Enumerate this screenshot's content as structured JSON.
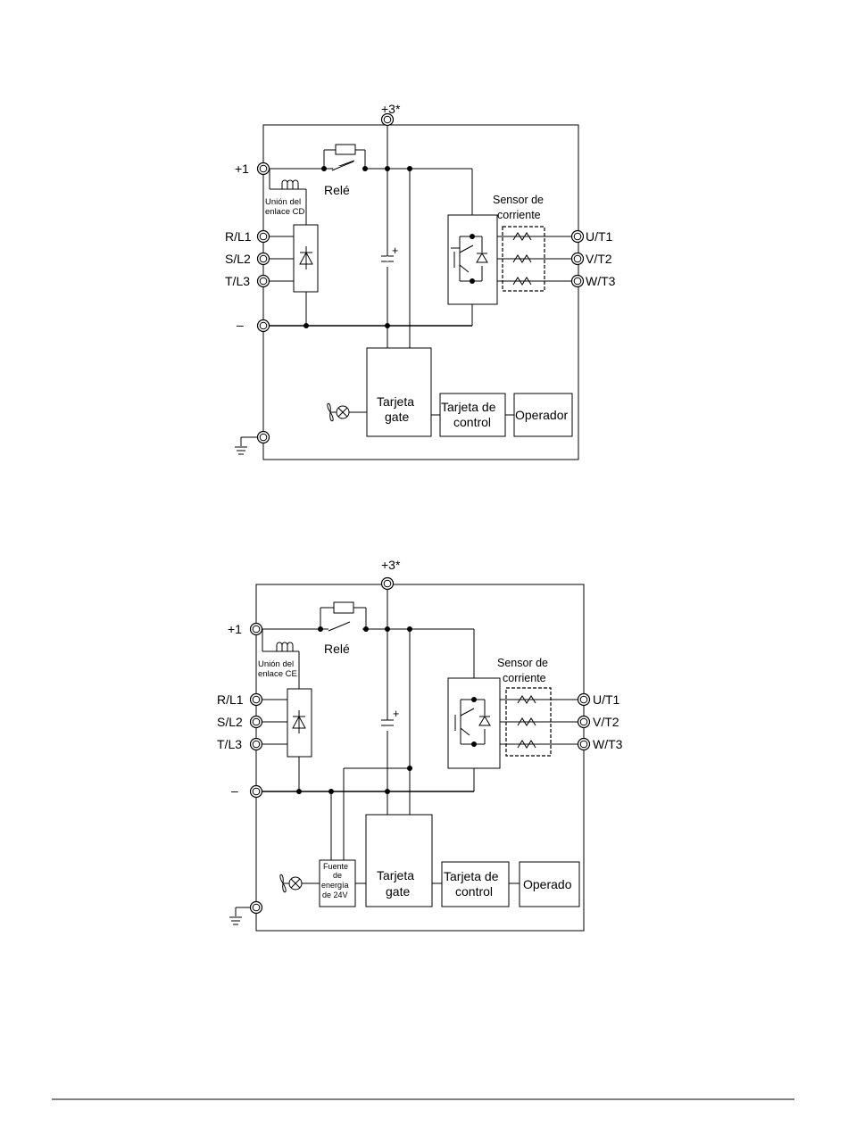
{
  "diagram1": {
    "terminal_plus3": "+3*",
    "terminal_plus1": "+1",
    "terminal_minus": "–",
    "inputs": [
      "R/L1",
      "S/L2",
      "T/L3"
    ],
    "outputs": [
      "U/T1",
      "V/T2",
      "W/T3"
    ],
    "dc_link_label": [
      "Unión del",
      "enlace CD"
    ],
    "relay_label": "Relé",
    "current_sensor_label": [
      "Sensor de",
      "corriente"
    ],
    "capacitor_polarity": "+",
    "gate_card": [
      "Tarjeta",
      "gate"
    ],
    "control_card": [
      "Tarjeta de",
      "control"
    ],
    "operator": "Operador"
  },
  "diagram2": {
    "terminal_plus3": "+3*",
    "terminal_plus1": "+1",
    "terminal_minus": "–",
    "inputs": [
      "R/L1",
      "S/L2",
      "T/L3"
    ],
    "outputs": [
      "U/T1",
      "V/T2",
      "W/T3"
    ],
    "dc_link_label": [
      "Unión del",
      "enlace CE"
    ],
    "relay_label": "Relé",
    "current_sensor_label": [
      "Sensor de",
      "corriente"
    ],
    "capacitor_polarity": "+",
    "power_supply": [
      "Fuente",
      "de",
      "energía",
      "de 24V"
    ],
    "gate_card": [
      "Tarjeta",
      "gate"
    ],
    "control_card": [
      "Tarjeta de",
      "control"
    ],
    "operator": "Operado"
  }
}
